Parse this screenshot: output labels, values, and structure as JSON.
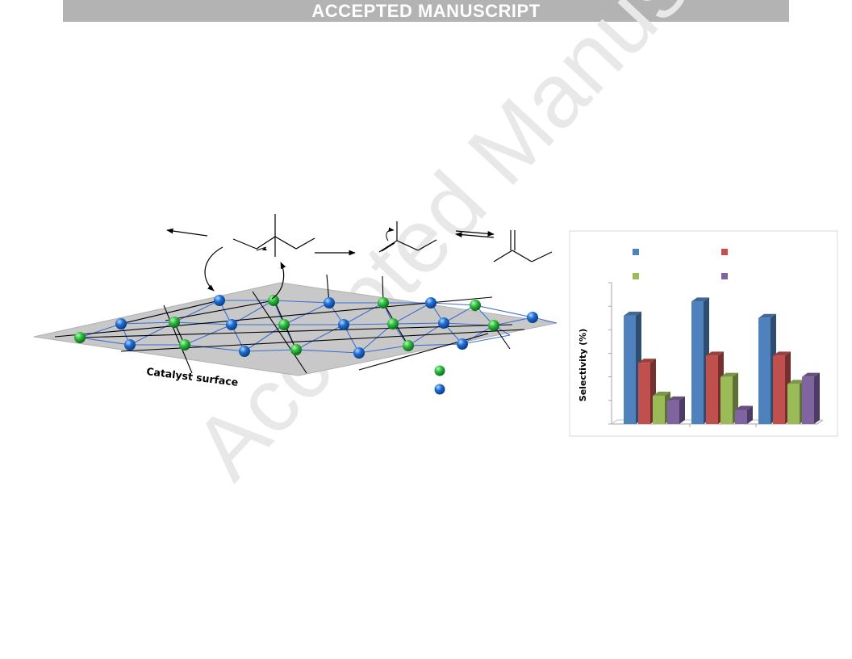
{
  "header": {
    "banner_text": "ACCEPTED MANUSCRIPT"
  },
  "watermark": {
    "text": "Accepted Manuscript",
    "color": "#e6e6e6"
  },
  "scheme": {
    "surface_label": "Catalyst surface"
  },
  "colors": {
    "green_atom": "#2fbf3f",
    "blue_atom": "#1f6fd6",
    "surface": "#c8c8c8",
    "mesh_blue": "#3b6fd0",
    "mesh_black": "#000000"
  },
  "chart_data": {
    "type": "bar",
    "ylabel": "Selectivity (%)",
    "xlabel": "",
    "title": "",
    "categories": [
      "",
      "",
      ""
    ],
    "grid": false,
    "legend_position": "top",
    "legend_labels_visible": false,
    "ylim": [
      0,
      6
    ],
    "series": [
      {
        "color": "#4f81bd",
        "values": [
          4.6,
          5.2,
          4.5
        ]
      },
      {
        "color": "#c0504d",
        "values": [
          2.6,
          2.9,
          2.9
        ]
      },
      {
        "color": "#9bbb59",
        "values": [
          1.2,
          2.0,
          1.7
        ]
      },
      {
        "color": "#8064a2",
        "values": [
          1.0,
          0.6,
          2.0
        ]
      }
    ]
  }
}
